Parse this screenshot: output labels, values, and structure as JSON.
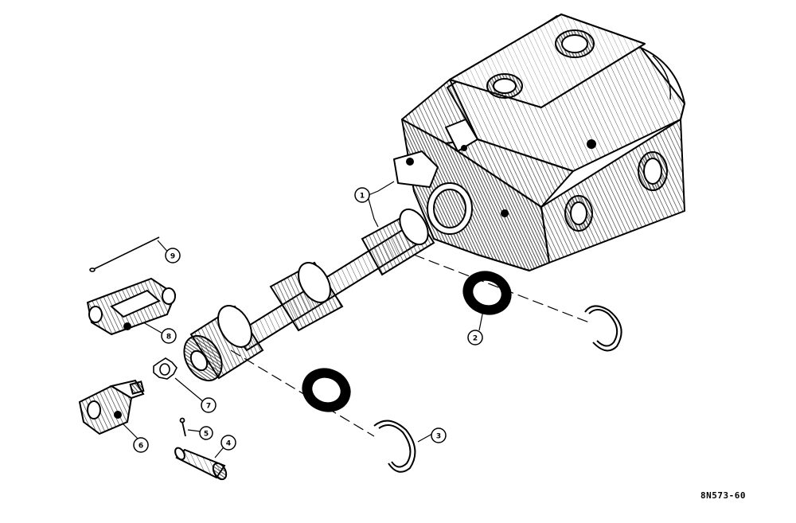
{
  "figure": {
    "reference": "8N573-60"
  },
  "callouts": [
    {
      "number": "1",
      "part": "valve-body-and-spool"
    },
    {
      "number": "2",
      "part": "seal-ring-upper"
    },
    {
      "number": "3",
      "part": "snap-ring-lower"
    },
    {
      "number": "4",
      "part": "pin"
    },
    {
      "number": "5",
      "part": "cotter-pin-small"
    },
    {
      "number": "6",
      "part": "clevis"
    },
    {
      "number": "7",
      "part": "lock-washer"
    },
    {
      "number": "8",
      "part": "link"
    },
    {
      "number": "9",
      "part": "cotter-pin-long"
    }
  ],
  "colors": {
    "ink": "#000000",
    "paper": "#ffffff",
    "hatch": "#333333"
  }
}
